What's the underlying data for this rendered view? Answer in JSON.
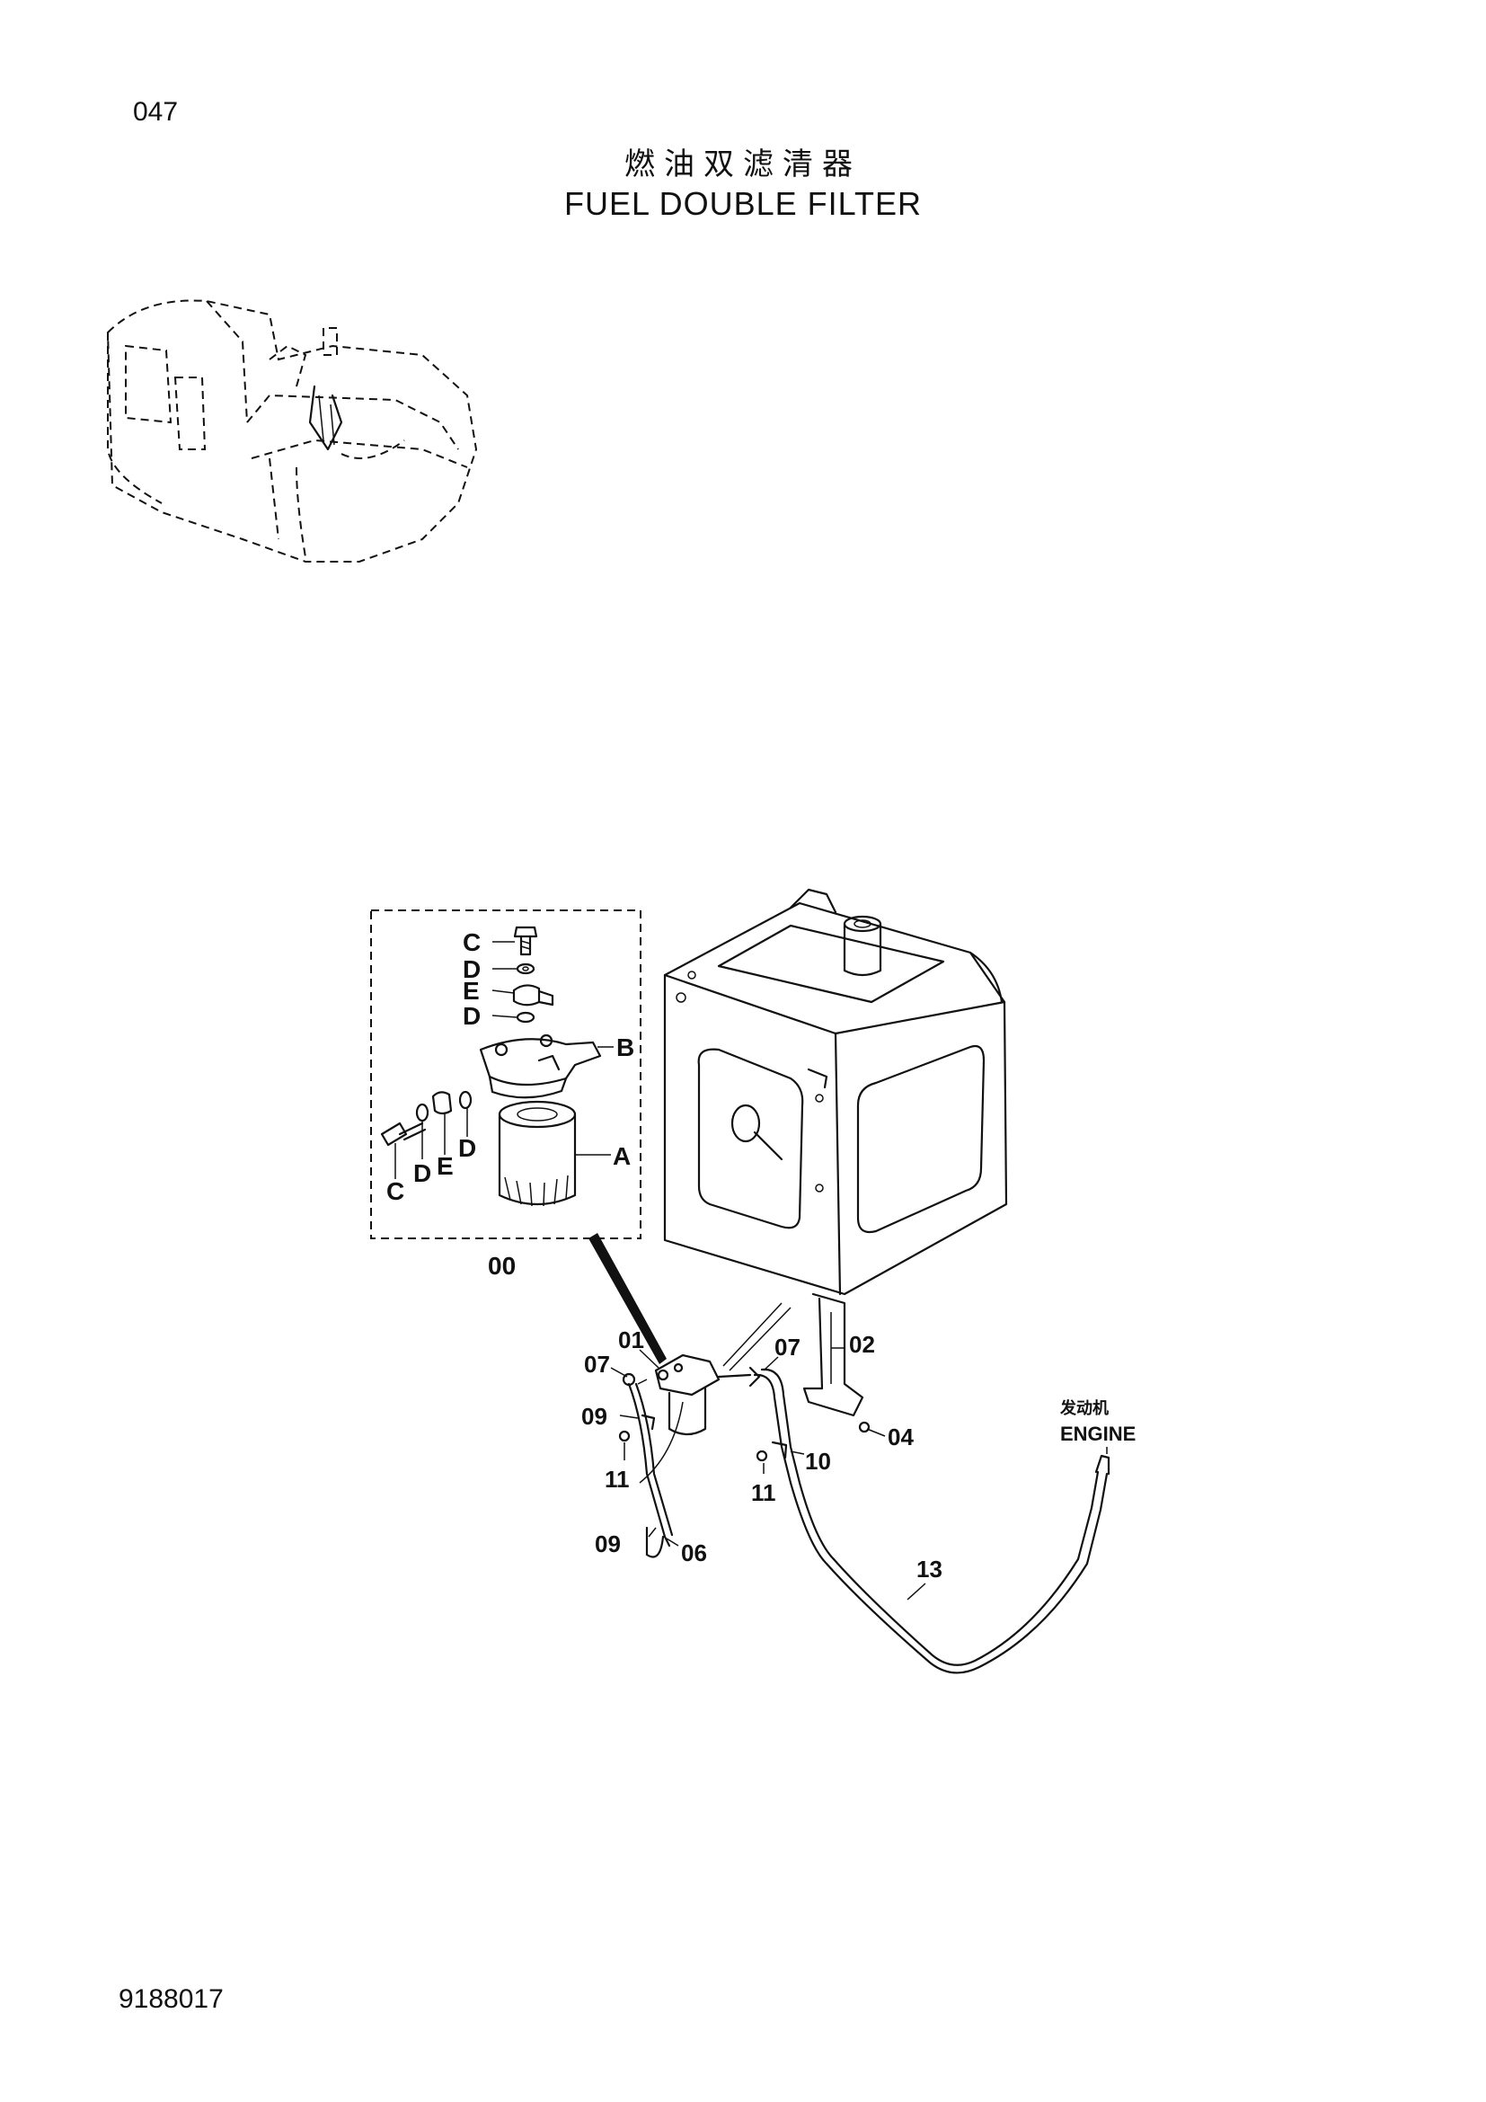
{
  "header": {
    "page_number": "047",
    "title_cn": "燃油双滤清器",
    "title_en": "FUEL DOUBLE FILTER"
  },
  "footer": {
    "doc_number": "9188017"
  },
  "detail_callouts": {
    "c_top": "C",
    "d_top": "D",
    "e_top": "E",
    "d_mid": "D",
    "b": "B",
    "a": "A",
    "d_right": "D",
    "e_bottom": "E",
    "d_bottom": "D",
    "c_bottom": "C",
    "assembly": "00"
  },
  "part_callouts": {
    "p01": "01",
    "p02": "02",
    "p04": "04",
    "p06": "06",
    "p07_left": "07",
    "p07_right": "07",
    "p09_top": "09",
    "p09_bottom": "09",
    "p10": "10",
    "p11_left": "11",
    "p11_right": "11",
    "p13": "13"
  },
  "engine_label": {
    "cn": "发动机",
    "en": "ENGINE"
  }
}
